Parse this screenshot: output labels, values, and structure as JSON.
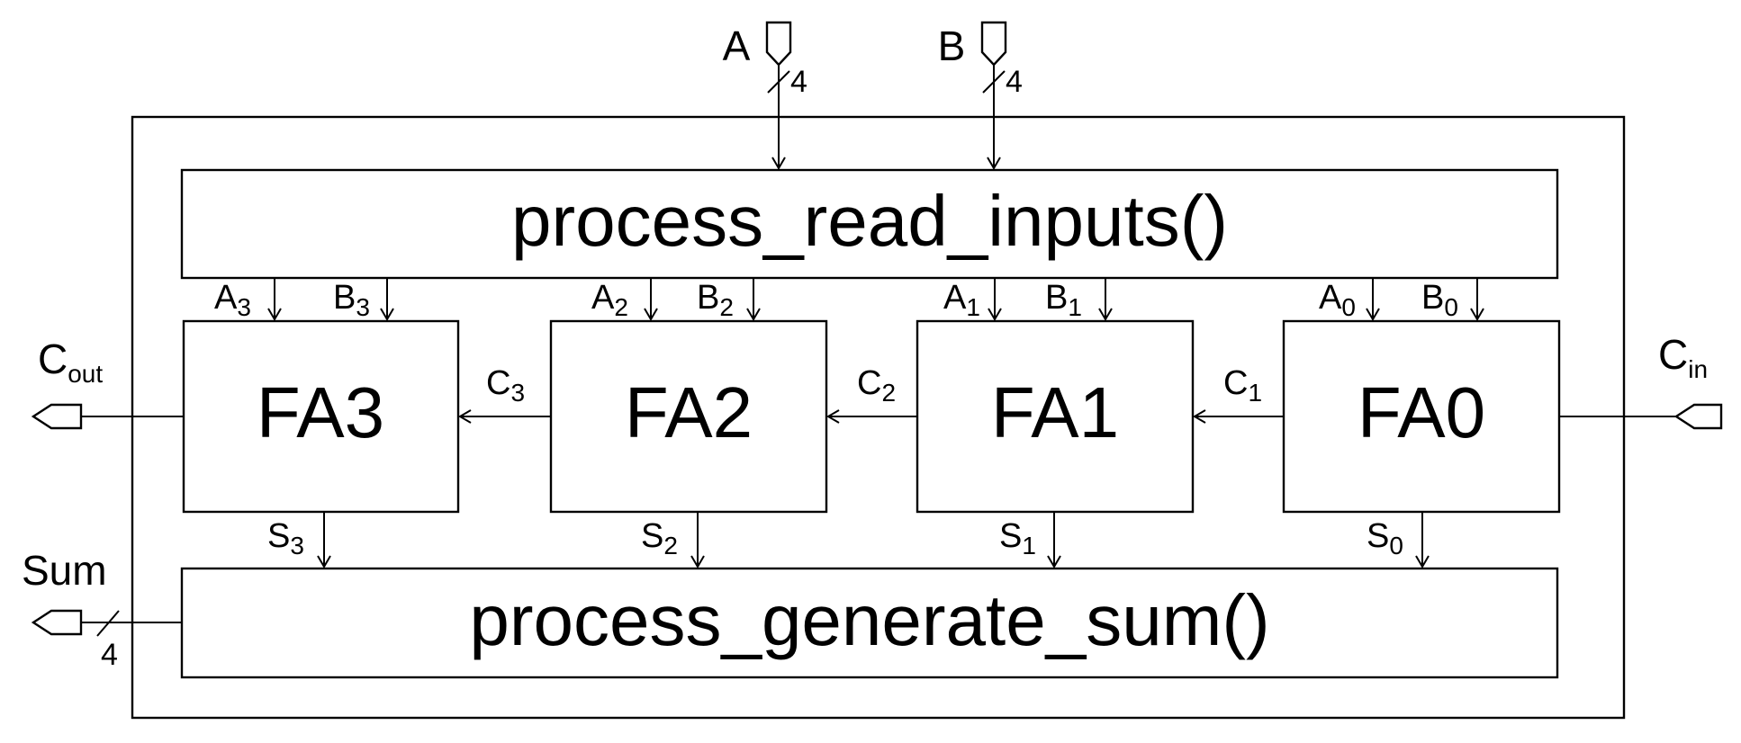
{
  "ports": {
    "a": "A",
    "b": "B",
    "cout_base": "C",
    "cout_sub": "out",
    "cin_base": "C",
    "cin_sub": "in",
    "sum": "Sum"
  },
  "bus_width": "4",
  "processes": {
    "read_inputs": "process_read_inputs()",
    "generate_sum": "process_generate_sum()"
  },
  "adders": [
    {
      "label": "FA3",
      "a_base": "A",
      "b_base": "B",
      "s_base": "S",
      "index": "3"
    },
    {
      "label": "FA2",
      "a_base": "A",
      "b_base": "B",
      "s_base": "S",
      "index": "2"
    },
    {
      "label": "FA1",
      "a_base": "A",
      "b_base": "B",
      "s_base": "S",
      "index": "1"
    },
    {
      "label": "FA0",
      "a_base": "A",
      "b_base": "B",
      "s_base": "S",
      "index": "0"
    }
  ],
  "carries": [
    {
      "base": "C",
      "index": "3"
    },
    {
      "base": "C",
      "index": "2"
    },
    {
      "base": "C",
      "index": "1"
    }
  ]
}
